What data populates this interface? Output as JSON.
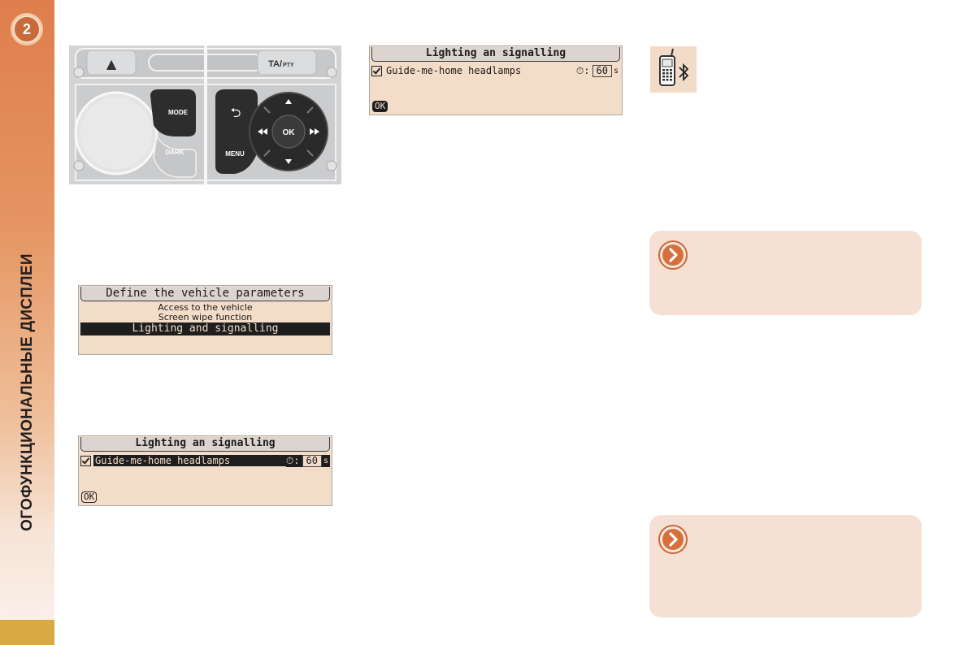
{
  "sidebar": {
    "chapter_number": "2",
    "section_title": "ОГОФУНКЦИОНАЛЬНЫЕ ДИСПЛЕИ"
  },
  "control_panel": {
    "labels": {
      "eject": "▲",
      "ta_pty_main": "TA/",
      "ta_pty_small": "PTY",
      "mode": "MODE",
      "dark": "DARK",
      "menu": "MENU",
      "ok": "OK",
      "back": "⮌"
    }
  },
  "screens": {
    "define_params": {
      "title": "Define the vehicle parameters",
      "items": [
        "Access to the vehicle",
        "Screen wipe function"
      ],
      "selected": "Lighting and signalling"
    },
    "lighting_selected": {
      "title": "Lighting an signalling",
      "option": "Guide-me-home headlamps",
      "timer_value": "60",
      "unit": "s",
      "ok": "OK"
    },
    "lighting_confirm": {
      "title": "Lighting an signalling",
      "option": "Guide-me-home headlamps",
      "timer_value": "60",
      "unit": "s",
      "ok": "OK"
    }
  },
  "colors": {
    "sidebar_top": "#de7e4c",
    "lcd_background": "#f3dcc8",
    "info_box": "#f5e1d3",
    "footer_gold": "#d9aa43"
  },
  "icons": {
    "phone": "bluetooth-phone-icon",
    "arrow": "chevron-right-icon"
  }
}
